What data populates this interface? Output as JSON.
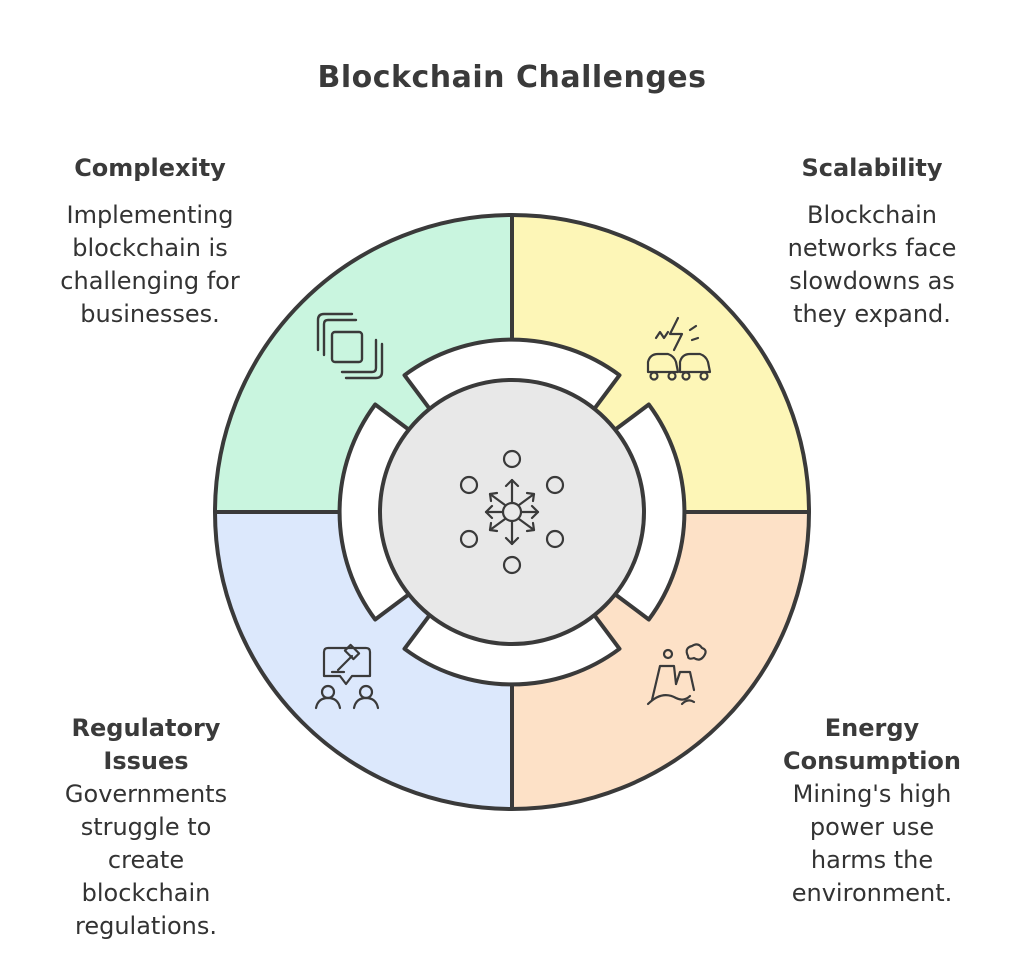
{
  "title": "Blockchain Challenges",
  "colors": {
    "complexity": "#c9f5df",
    "scalability": "#fdf6b7",
    "regulatory": "#dce8fc",
    "energy": "#fde1c7",
    "center": "#e8e8e8",
    "stroke": "#3a3a3a"
  },
  "sections": [
    {
      "key": "complexity",
      "heading": [
        "Complexity"
      ],
      "description": [
        "Implementing",
        "blockchain is",
        "challenging for",
        "businesses."
      ],
      "icon": "layered-squares-icon"
    },
    {
      "key": "scalability",
      "heading": [
        "Scalability"
      ],
      "description": [
        "Blockchain",
        "networks face",
        "slowdowns as",
        "they expand."
      ],
      "icon": "traffic-jam-icon"
    },
    {
      "key": "regulatory",
      "heading": [
        "Regulatory",
        "Issues"
      ],
      "description": [
        "Governments",
        "struggle to",
        "create",
        "blockchain",
        "regulations."
      ],
      "icon": "gavel-discussion-icon"
    },
    {
      "key": "energy",
      "heading": [
        "Energy",
        "Consumption"
      ],
      "description": [
        "Mining's high",
        "power use",
        "harms the",
        "environment."
      ],
      "icon": "factory-pollution-icon"
    }
  ],
  "center_icon": "network-hub-icon"
}
